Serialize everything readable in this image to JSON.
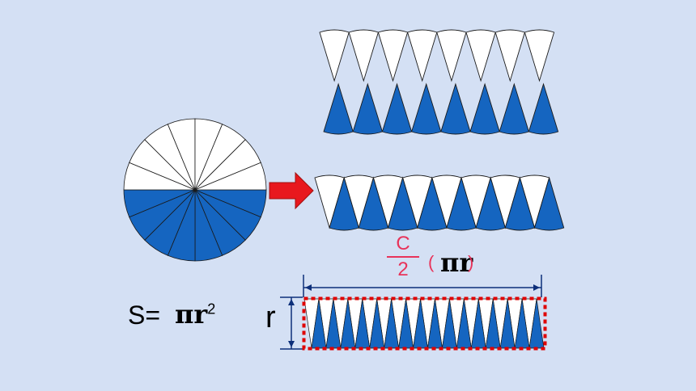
{
  "colors": {
    "background": "#d4e0f4",
    "blue_sector": "#1565c0",
    "white_sector": "#ffffff",
    "arrow": "#e8181e",
    "annotation": "#e8335a",
    "dimension_line": "#0d2f7a",
    "dashed_border": "#e00000"
  },
  "labels": {
    "frac_numerator": "C",
    "frac_denominator": "2",
    "paren_open": "(",
    "paren_close": ")",
    "pi_r": "πr",
    "formula_lhs": "S= ",
    "formula_pi_r": "πr",
    "formula_exp": "2",
    "height_label": "r"
  },
  "diagram": {
    "circle_sectors": 16,
    "row_wedges": 8,
    "rect_wedges": 16
  }
}
